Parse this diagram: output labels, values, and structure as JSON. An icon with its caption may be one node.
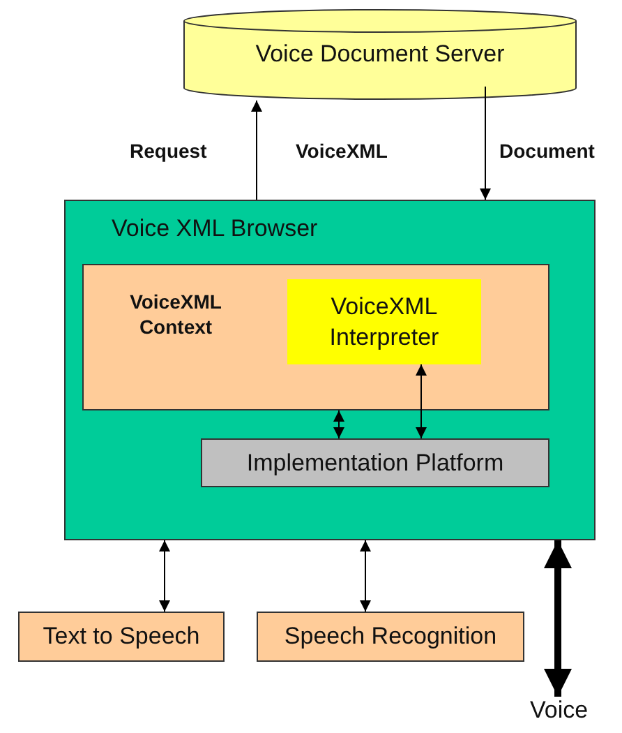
{
  "diagram": {
    "nodes": [
      {
        "text": [
          "Voice Document Server"
        ]
      },
      {
        "text": [
          "Voice XML Browser"
        ]
      },
      {
        "text": [
          "VoiceXML Context"
        ],
        "in": 1
      },
      {
        "text": [
          "VoiceXML Interpreter"
        ],
        "in": 2
      },
      {
        "text": [
          "Implementation Platform"
        ],
        "in": 1
      },
      {
        "text": [
          "Text to Speech"
        ]
      },
      {
        "text": [
          "Speech Recognition"
        ]
      },
      {
        "text": [
          "Voice"
        ]
      }
    ],
    "edges": [
      {
        "from": 1,
        "to": 0,
        "arrow": "to",
        "label": "Request"
      },
      {
        "from": 0,
        "to": 1,
        "arrow": "to",
        "label": "Document"
      },
      {
        "from": 2,
        "to": 4,
        "arrow": "both"
      },
      {
        "from": 3,
        "to": 4,
        "arrow": "both"
      },
      {
        "from": 1,
        "to": 5,
        "arrow": "both"
      },
      {
        "from": 1,
        "to": 6,
        "arrow": "both"
      },
      {
        "from": 1,
        "to": 7,
        "arrow": "both",
        "style": "thick"
      }
    ],
    "labels": [
      "VoiceXML"
    ]
  }
}
